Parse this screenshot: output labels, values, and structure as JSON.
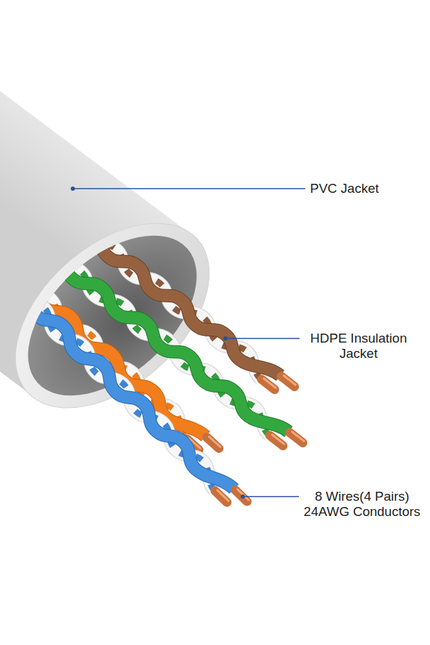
{
  "diagram": {
    "labels": [
      "PVC Jacket",
      "HDPE Insulation Jacket",
      "8 Wires(4 Pairs) 24AWG Conductors"
    ]
  }
}
